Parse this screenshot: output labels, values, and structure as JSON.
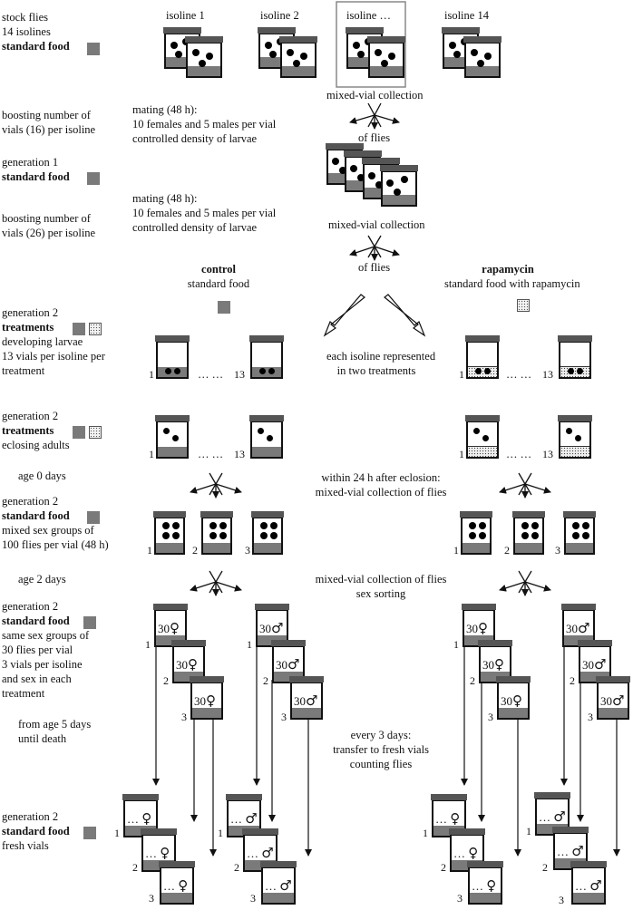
{
  "left": {
    "stock_flies": "stock flies",
    "isolines": "14 isolines",
    "standard_food": "standard food",
    "boost1a": "boosting number of",
    "boost1b": "vials (16) per isoline",
    "generation1": "generation 1",
    "boost2a": "boosting number of",
    "boost2b": "vials (26) per isoline",
    "generation2": "generation 2",
    "treatments": "treatments",
    "developing_larvae": "developing larvae",
    "vials13a": "13 vials per isoline per",
    "vials13b": "treatment",
    "eclosing_adults": "eclosing adults",
    "age0": "age 0 days",
    "mixed_sex_a": "mixed sex groups of",
    "mixed_sex_b": "100 flies per vial (48 h)",
    "age2": "age 2 days",
    "same_sex_a": "same sex groups of",
    "same_sex_b": "30 flies per vial",
    "same_sex_c": "3 vials per isoline",
    "same_sex_d": "and sex in each",
    "same_sex_e": "treatment",
    "from_age_a": "from age 5 days",
    "from_age_b": "until death",
    "fresh_vials": "fresh vials"
  },
  "isolines": [
    "isoline 1",
    "isoline 2",
    "isoline …",
    "isoline 14"
  ],
  "middle": {
    "mating": "mating (48 h):",
    "females_males": "10 females and 5 males per vial",
    "density": "controlled density of larvae",
    "mixed_vial": "mixed-vial collection",
    "of_flies": "of flies",
    "each_isoline_a": "each isoline represented",
    "each_isoline_b": "in two treatments",
    "within_24a": "within 24 h after eclosion:",
    "within_24b": "mixed-vial collection of flies",
    "mixed_collection": "mixed-vial collection of flies",
    "sex_sorting": "sex sorting",
    "every3a": "every 3 days:",
    "every3b": "transfer to fresh vials",
    "every3c": "counting flies"
  },
  "control": {
    "title": "control",
    "subtitle": "standard food"
  },
  "rapamycin": {
    "title": "rapamycin",
    "subtitle": "standard food with rapamycin"
  },
  "labels": {
    "n1": "1",
    "n2": "2",
    "n3": "3",
    "n13": "13",
    "dots": "… …",
    "ell": "…",
    "thirty": "30",
    "female": "♀",
    "male": "♂"
  },
  "colors": {
    "standard_food": "#7a7a7a",
    "rapamycin_food": "#eeeeee",
    "cap": "#555555"
  }
}
